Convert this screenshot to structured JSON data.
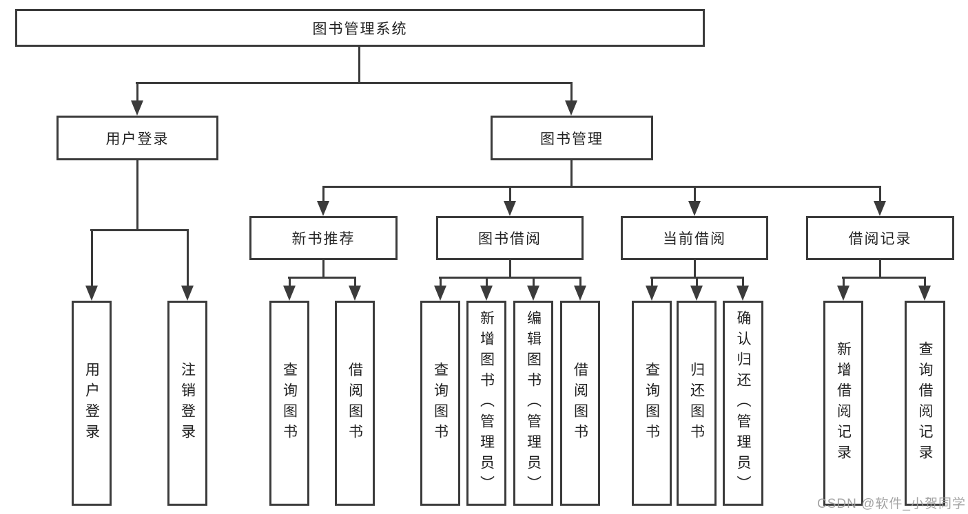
{
  "tree": {
    "label": "图书管理系统",
    "children": [
      {
        "label": "用户登录",
        "children": [
          {
            "label": "用户登录"
          },
          {
            "label": "注销登录"
          }
        ]
      },
      {
        "label": "图书管理",
        "children": [
          {
            "label": "新书推荐",
            "children": [
              {
                "label": "查询图书"
              },
              {
                "label": "借阅图书"
              }
            ]
          },
          {
            "label": "图书借阅",
            "children": [
              {
                "label": "查询图书"
              },
              {
                "label": "新增图书（管理员）"
              },
              {
                "label": "编辑图书（管理员）"
              },
              {
                "label": "借阅图书"
              }
            ]
          },
          {
            "label": "当前借阅",
            "children": [
              {
                "label": "查询图书"
              },
              {
                "label": "归还图书"
              },
              {
                "label": "确认归还（管理员）"
              }
            ]
          },
          {
            "label": "借阅记录",
            "children": [
              {
                "label": "新增借阅记录"
              },
              {
                "label": "查询借阅记录"
              }
            ]
          }
        ]
      }
    ]
  },
  "watermark": {
    "text": "CSDN @软件_小贺同学"
  },
  "colors": {
    "line": "#3b3b3b",
    "text": "#222222",
    "watermark": "#9b9b9b",
    "background": "#ffffff"
  }
}
